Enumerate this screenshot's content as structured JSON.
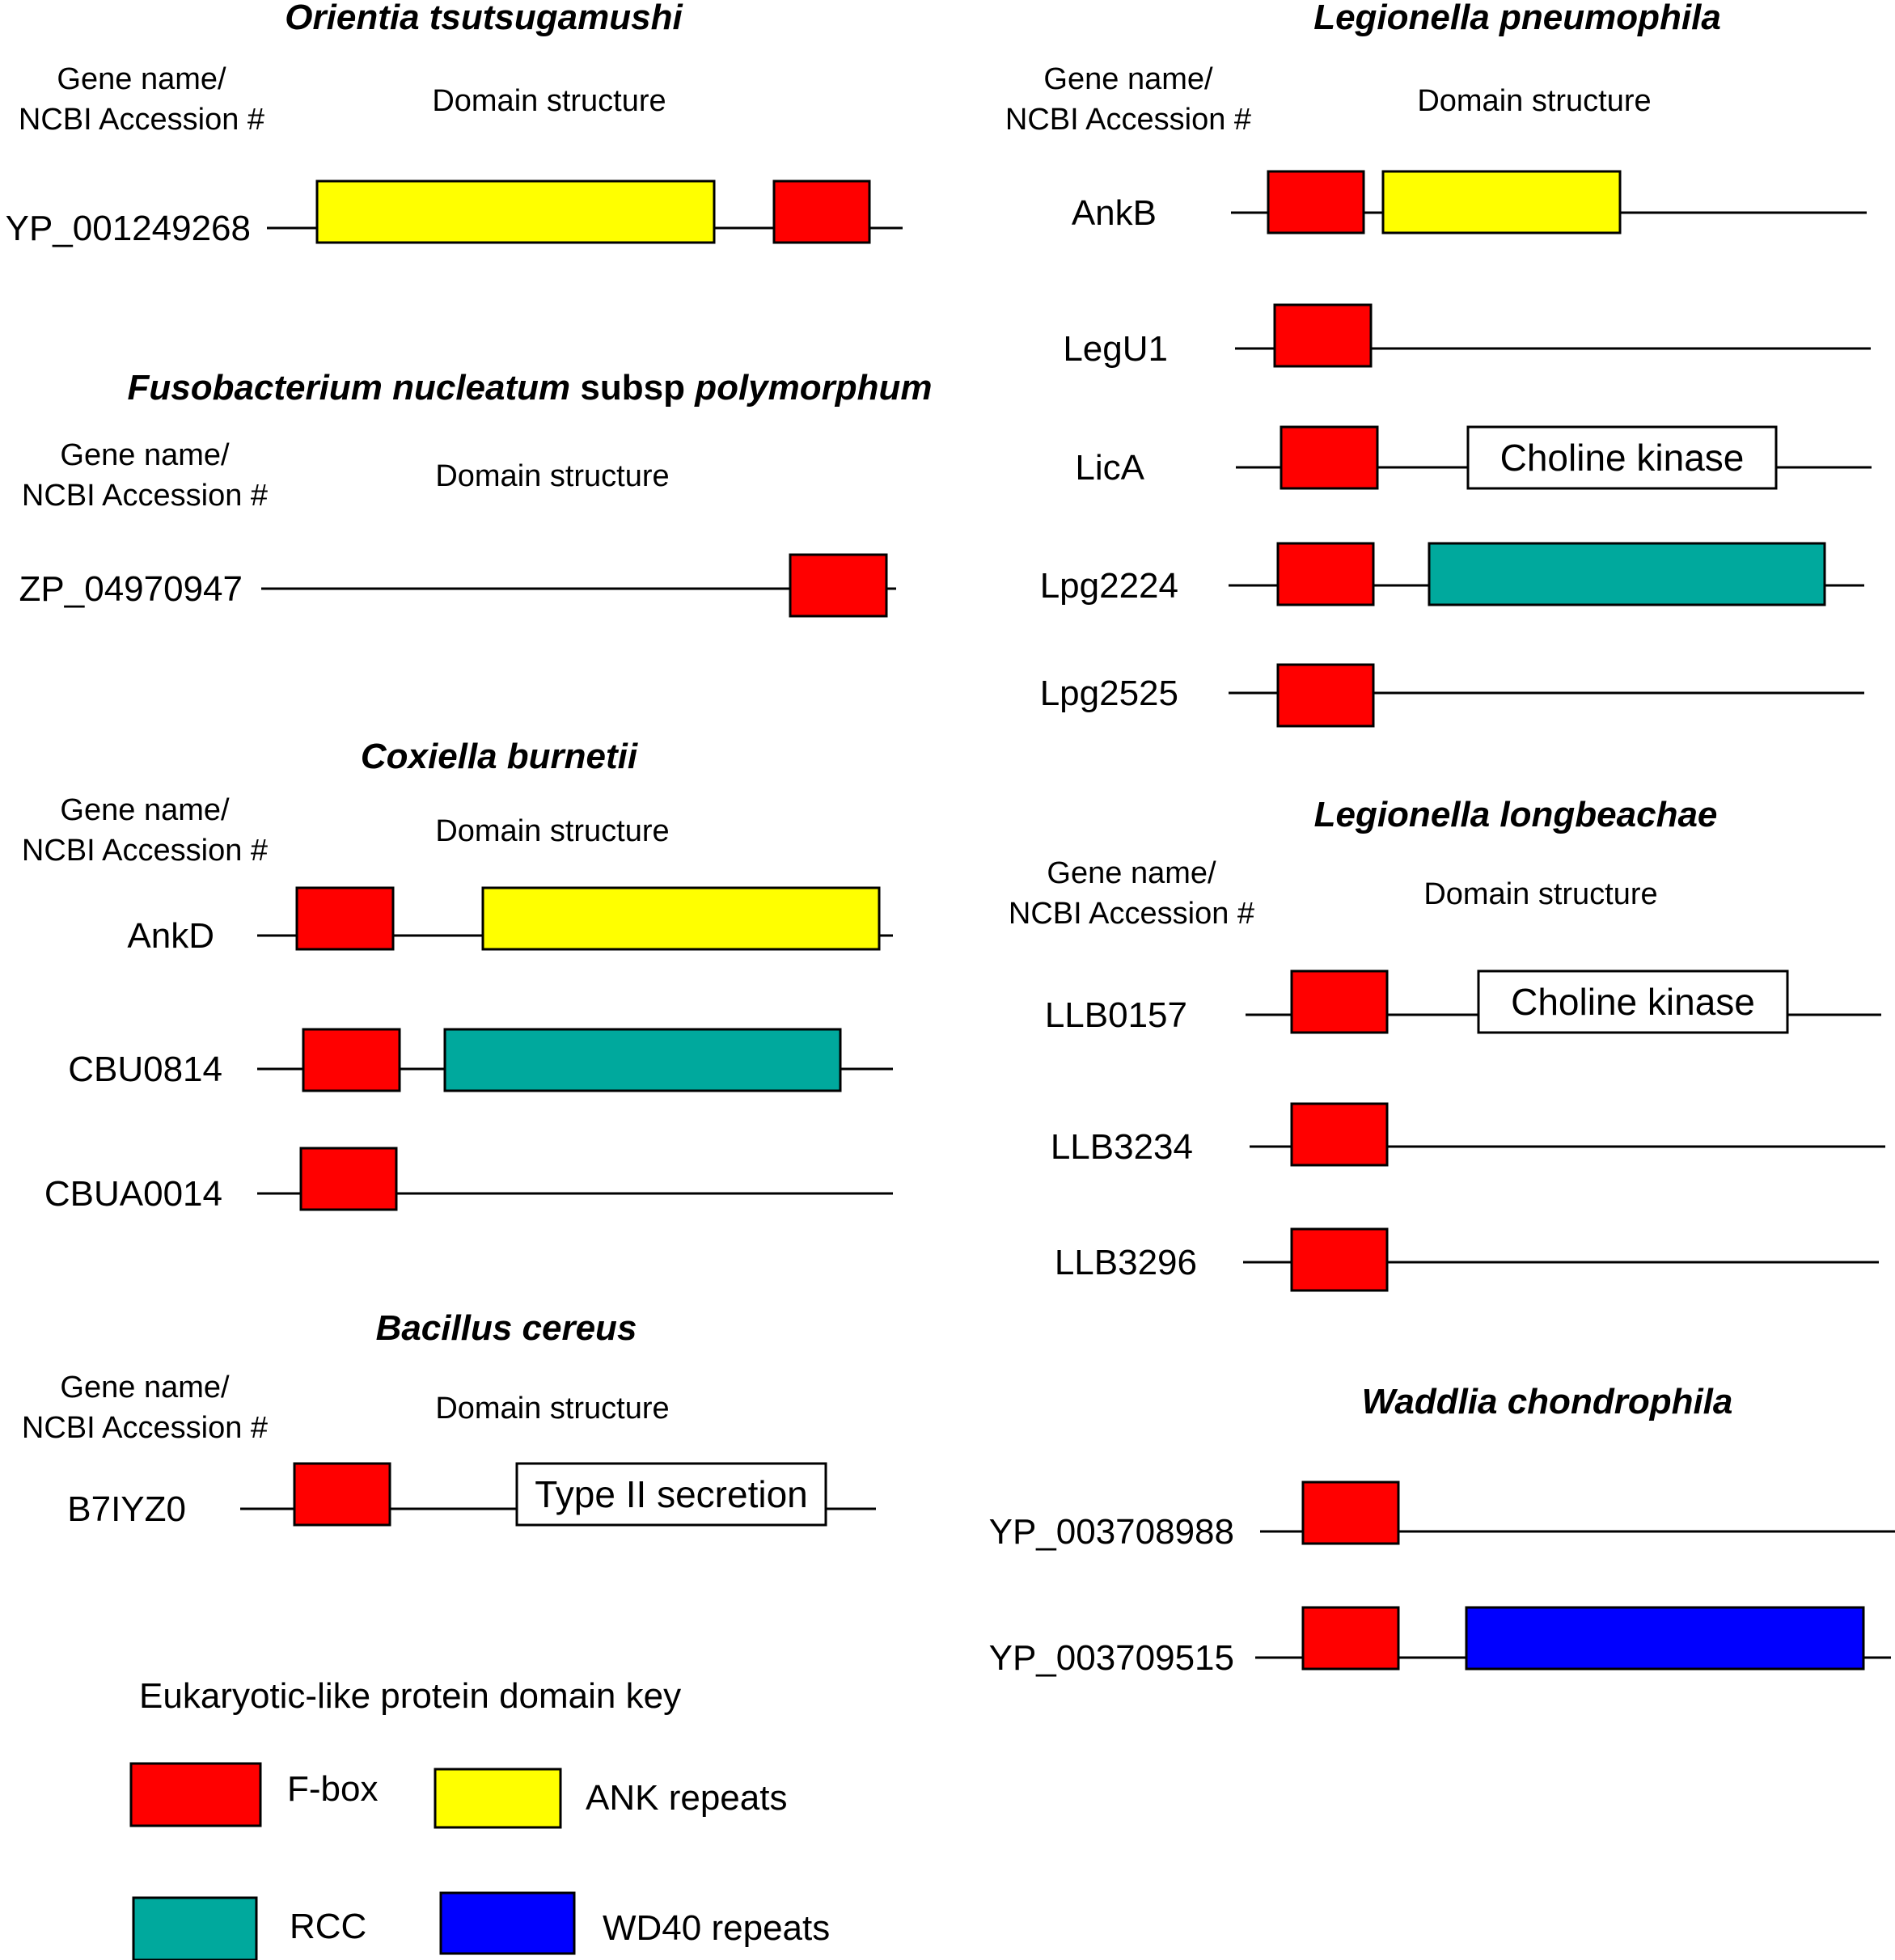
{
  "colors": {
    "fbox": "#ff0000",
    "ank": "#ffff00",
    "rcc": "#00a99d",
    "wd40": "#0000ff",
    "other": "#ffffff"
  },
  "gene_header": [
    "Gene name/",
    "NCBI Accession #"
  ],
  "domain_header": "Domain structure",
  "organisms": [
    {
      "title": [
        {
          "text": "Orientia tsutsugamushi",
          "italic": true
        }
      ],
      "genes": [
        {
          "name": "YP_001249268",
          "domains": [
            {
              "type": "ank"
            },
            {
              "type": "fbox"
            }
          ]
        }
      ]
    },
    {
      "title": [
        {
          "text": "Fusobacterium nucleatum",
          "italic": true
        },
        {
          "text": " subsp ",
          "italic": false
        },
        {
          "text": "polymorphum",
          "italic": true
        }
      ],
      "genes": [
        {
          "name": "ZP_04970947",
          "domains": [
            {
              "type": "fbox"
            }
          ]
        }
      ]
    },
    {
      "title": [
        {
          "text": "Coxiella burnetii",
          "italic": true
        }
      ],
      "genes": [
        {
          "name": "AnkD",
          "domains": [
            {
              "type": "fbox"
            },
            {
              "type": "ank"
            }
          ]
        },
        {
          "name": "CBU0814",
          "domains": [
            {
              "type": "fbox"
            },
            {
              "type": "rcc"
            }
          ]
        },
        {
          "name": "CBUA0014",
          "domains": [
            {
              "type": "fbox"
            }
          ]
        }
      ]
    },
    {
      "title": [
        {
          "text": "Bacillus cereus",
          "italic": true
        }
      ],
      "genes": [
        {
          "name": "B7IYZ0",
          "domains": [
            {
              "type": "fbox"
            },
            {
              "type": "other",
              "label": "Type II secretion"
            }
          ]
        }
      ]
    },
    {
      "title": [
        {
          "text": "Legionella pneumophila",
          "italic": true
        }
      ],
      "genes": [
        {
          "name": "AnkB",
          "domains": [
            {
              "type": "fbox"
            },
            {
              "type": "ank"
            }
          ]
        },
        {
          "name": "LegU1",
          "domains": [
            {
              "type": "fbox"
            }
          ]
        },
        {
          "name": "LicA",
          "domains": [
            {
              "type": "fbox"
            },
            {
              "type": "other",
              "label": "Choline kinase"
            }
          ]
        },
        {
          "name": "Lpg2224",
          "domains": [
            {
              "type": "fbox"
            },
            {
              "type": "rcc"
            }
          ]
        },
        {
          "name": "Lpg2525",
          "domains": [
            {
              "type": "fbox"
            }
          ]
        }
      ]
    },
    {
      "title": [
        {
          "text": "Legionella longbeachae",
          "italic": true
        }
      ],
      "genes": [
        {
          "name": "LLB0157",
          "domains": [
            {
              "type": "fbox"
            },
            {
              "type": "other",
              "label": "Choline kinase"
            }
          ]
        },
        {
          "name": "LLB3234",
          "domains": [
            {
              "type": "fbox"
            }
          ]
        },
        {
          "name": "LLB3296",
          "domains": [
            {
              "type": "fbox"
            }
          ]
        }
      ]
    },
    {
      "title": [
        {
          "text": "Waddlia chondrophila",
          "italic": true
        }
      ],
      "genes": [
        {
          "name": "YP_003708988",
          "domains": [
            {
              "type": "fbox"
            }
          ]
        },
        {
          "name": "YP_003709515",
          "domains": [
            {
              "type": "fbox"
            },
            {
              "type": "wd40"
            }
          ]
        }
      ]
    }
  ],
  "key": {
    "title": "Eukaryotic-like protein domain key",
    "items": [
      {
        "type": "fbox",
        "label": "F-box"
      },
      {
        "type": "ank",
        "label": "ANK repeats"
      },
      {
        "type": "rcc",
        "label": "RCC"
      },
      {
        "type": "wd40",
        "label": "WD40 repeats"
      }
    ]
  }
}
